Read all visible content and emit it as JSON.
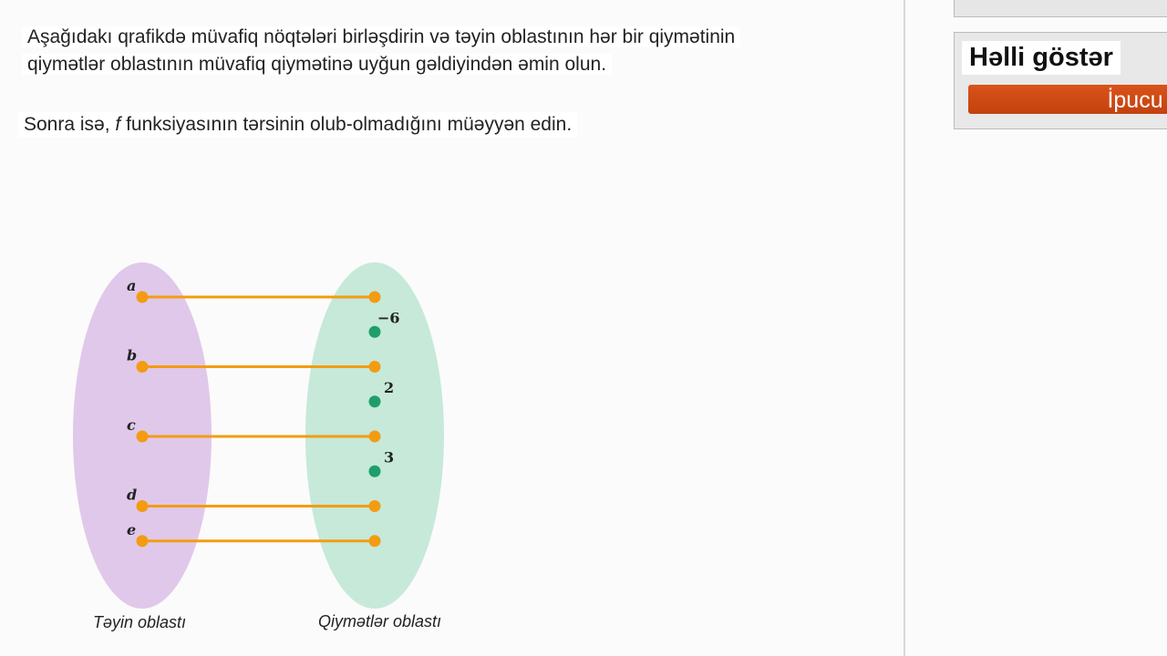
{
  "question": {
    "line1": "Aşağıdakı qrafikdə müvafiq nöqtələri birləşdirin və təyin oblastının hər bir qiymətinin",
    "line2": "qiymətlər oblastının müvafiq qiymətinə uyğun gəldiyindən əmin olun.",
    "line3_prefix": "Sonra isə, ",
    "line3_var": "f",
    "line3_suffix": " funksiyasının tərsinin olub-olmadığını müəyyən edin."
  },
  "panel": {
    "title": "Həlli göstər",
    "hint_button": "İpucu al"
  },
  "diagram": {
    "domain_label": "Təyin oblastı",
    "range_label": "Qiymətlər oblastı",
    "domain": [
      "a",
      "b",
      "c",
      "d",
      "e"
    ],
    "range_rows": [
      {
        "label": "",
        "connected": true
      },
      {
        "label": "−6",
        "connected": false
      },
      {
        "label": "",
        "connected": true
      },
      {
        "label": "2",
        "connected": false
      },
      {
        "label": "",
        "connected": true
      },
      {
        "label": "3",
        "connected": false
      },
      {
        "label": "",
        "connected": true
      },
      {
        "label": "",
        "connected": true
      }
    ],
    "colors": {
      "domain_fill": "#e0c8ea",
      "range_fill": "#c6e9da",
      "line": "#f39c12",
      "free_point": "#1f9e6b"
    }
  }
}
